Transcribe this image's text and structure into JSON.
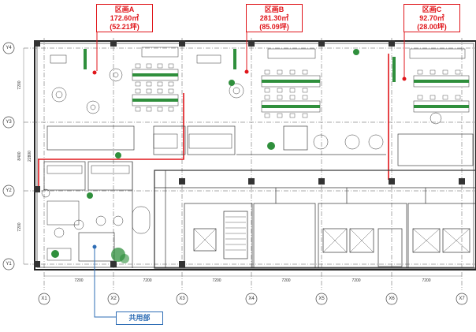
{
  "areas": [
    {
      "name": "区画A",
      "sqm": "172.60㎡",
      "tsubo": "(52.21坪)"
    },
    {
      "name": "区画B",
      "sqm": "281.30㎡",
      "tsubo": "(85.09坪)"
    },
    {
      "name": "区画C",
      "sqm": "92.70㎡",
      "tsubo": "(28.00坪)"
    }
  ],
  "common_area": "共用部",
  "grid": {
    "columns": [
      "X1",
      "X2",
      "X3",
      "X4",
      "X5",
      "X6",
      "X7"
    ],
    "rows": [
      "Y4",
      "Y3",
      "Y2",
      "Y1"
    ],
    "col_spans": [
      "7200",
      "7200",
      "7200",
      "7200",
      "7200",
      "7200"
    ],
    "row_spans": [
      "7200",
      "8400",
      "7200"
    ],
    "total_height": "22800"
  },
  "colors": {
    "red": "#e0161b",
    "blue": "#2e6db5",
    "plant": "#2f8f3c"
  }
}
